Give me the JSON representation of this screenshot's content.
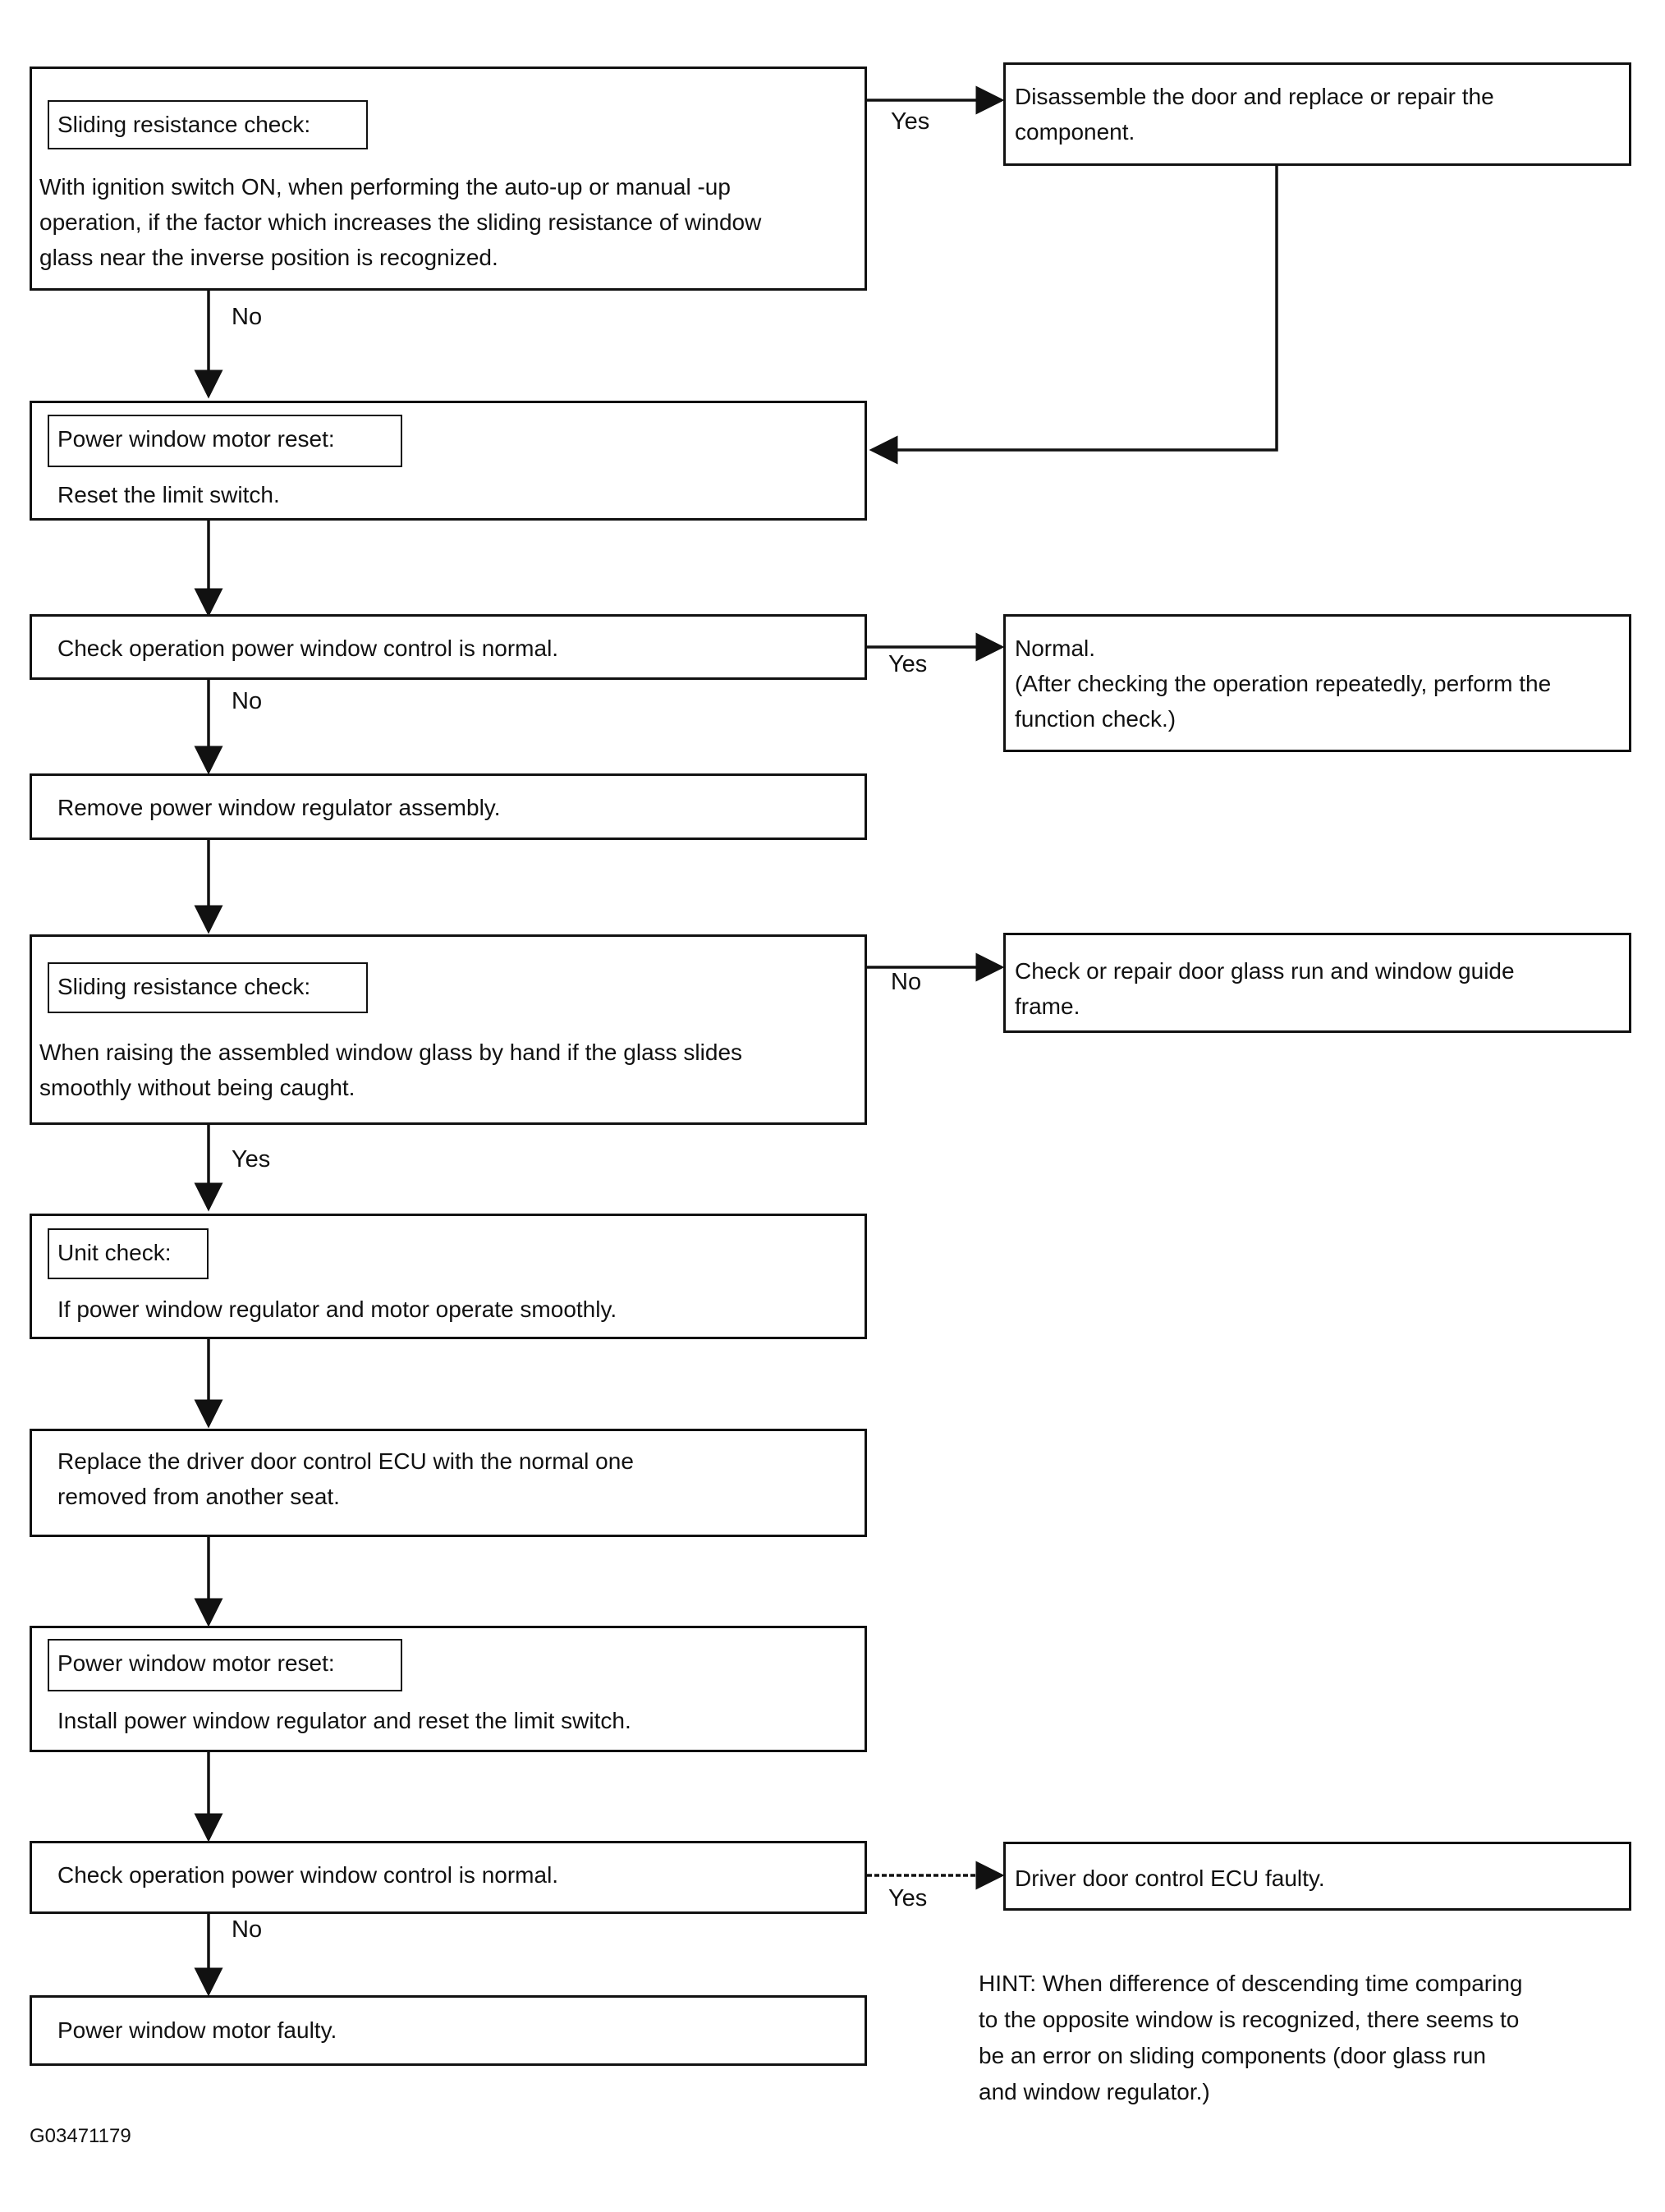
{
  "steps": {
    "s1": {
      "header": "Sliding  resistance check:",
      "text": "With ignition switch ON, when performing the auto-up or manual -up\noperation, if the factor which increases the sliding resistance of window\nglass near the inverse position is recognized."
    },
    "r1": {
      "text": "Disassemble the door and replace or repair the\ncomponent."
    },
    "s2": {
      "header": "Power window motor reset:",
      "text": "Reset the limit switch."
    },
    "s3": {
      "text": "Check operation power window control is normal."
    },
    "r3": {
      "text": "Normal.\n(After checking the operation repeatedly, perform the\nfunction check.)"
    },
    "s4": {
      "text": "Remove power window regulator assembly."
    },
    "s5": {
      "header": "Sliding  resistance check:",
      "text": "When raising the assembled window glass by hand if the glass slides\nsmoothly without being caught."
    },
    "r5": {
      "text": "Check or repair door glass run and window guide\nframe."
    },
    "s6": {
      "header": "Unit check:",
      "text": "If power window regulator and motor operate smoothly."
    },
    "s7": {
      "text": "Replace the driver door control ECU with the normal one\nremoved from another seat."
    },
    "s8": {
      "header": "Power window motor reset:",
      "text": "Install power window regulator and reset the limit switch."
    },
    "s9": {
      "text": "Check operation power window control is normal."
    },
    "r9": {
      "text": "Driver door control ECU faulty."
    },
    "s10": {
      "text": "Power window motor faulty."
    }
  },
  "labels": {
    "yes1": "Yes",
    "no1": "No",
    "yes3": "Yes",
    "no3": "No",
    "no5": "No",
    "yes5": "Yes",
    "yes9": "Yes",
    "no9": "No"
  },
  "hint": "HINT: When difference of descending time comparing\nto the opposite window is recognized, there seems to\nbe an error on sliding components (door glass run\nand window regulator.)",
  "figure_code": "G03471179"
}
